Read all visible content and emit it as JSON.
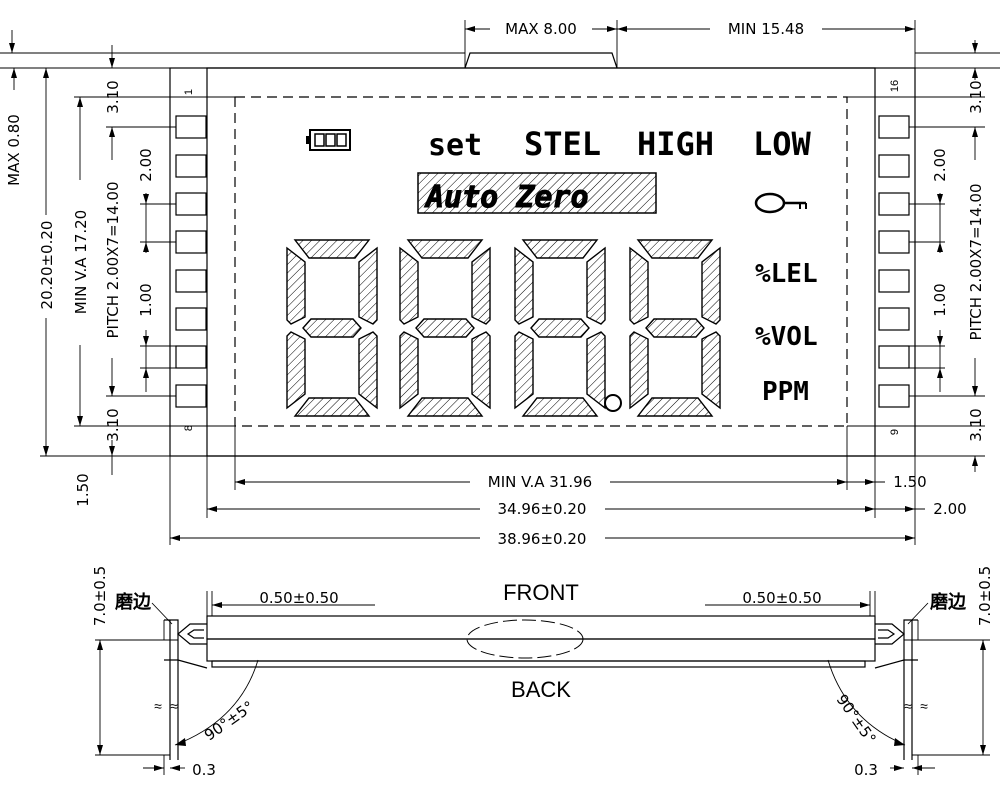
{
  "top_dims": {
    "max_tab": "MAX 8.00",
    "min_tab": "MIN 15.48"
  },
  "left_dims": {
    "thickness": "MAX 0.80",
    "height": "20.20±0.20",
    "va": "MIN V.A 17.20",
    "pitch": "PITCH 2.00X7=14.00",
    "margin_top": "3.10",
    "pin_pitch": "2.00",
    "pin_width": "1.00",
    "margin_bottom": "3.10",
    "bottom_gap": "1.50"
  },
  "right_dims": {
    "margin_top": "3.10",
    "pin_pitch": "2.00",
    "pitch": "PITCH 2.00X7=14.00",
    "pin_width": "1.00",
    "margin_bottom": "3.10"
  },
  "bottom_dims": {
    "va_width": "MIN V.A 31.96",
    "glass_width": "34.96±0.20",
    "total_width": "38.96±0.20",
    "gap_right": "1.50",
    "edge_right": "2.00"
  },
  "pins": {
    "left_top": "1",
    "left_bottom": "8",
    "right_top": "16",
    "right_bottom": "9"
  },
  "lcd": {
    "set": "set",
    "stel": "STEL",
    "high": "HIGH",
    "low": "LOW",
    "auto_zero": "Auto  Zero",
    "digits": "8888",
    "lel": "%LEL",
    "vol": "%VOL",
    "ppm": "PPM",
    "battery_icon": "battery-icon",
    "key_icon": "key-icon"
  },
  "side_view": {
    "front": "FRONT",
    "back": "BACK",
    "polish_left": "磨边",
    "polish_right": "磨边",
    "tol_left": "0.50±0.50",
    "tol_right": "0.50±0.50",
    "height_left": "7.0±0.5",
    "height_right": "7.0±0.5",
    "angle_left": "90°±5°",
    "angle_right": "90°±5°",
    "pin_left": "0.3",
    "pin_right": "0.3"
  }
}
